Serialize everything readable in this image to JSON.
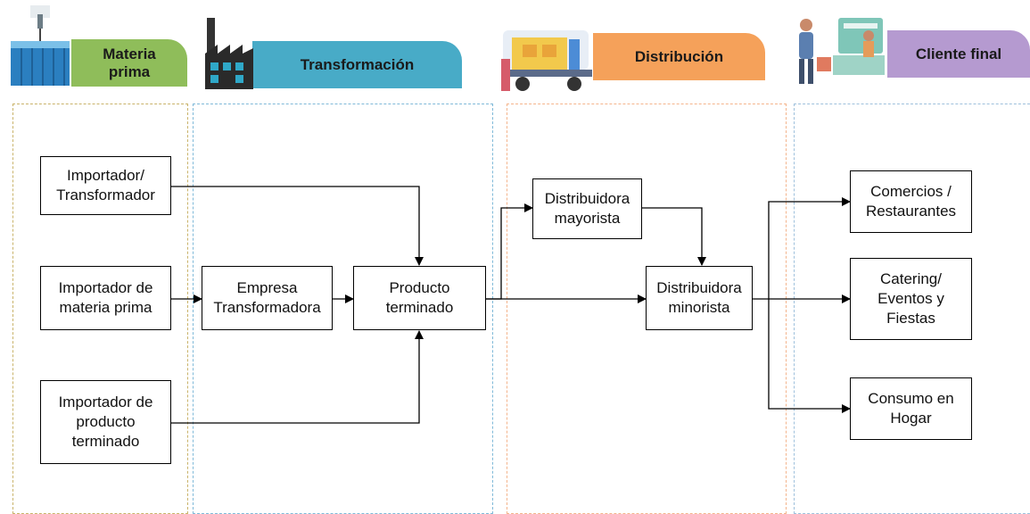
{
  "stages": [
    {
      "id": "materia",
      "label": "Materia\nprima",
      "color": "#8fbd5a",
      "icon": "shipping-container-crane-icon",
      "lane_color": "#c9b36a"
    },
    {
      "id": "transformacion",
      "label": "Transformación",
      "color": "#48abc7",
      "icon": "factory-icon",
      "lane_color": "#7fb9d8"
    },
    {
      "id": "distribucion",
      "label": "Distribución",
      "color": "#f5a15a",
      "icon": "delivery-truck-icon",
      "lane_color": "#f4b48c"
    },
    {
      "id": "cliente",
      "label": "Cliente final",
      "color": "#b59ad0",
      "icon": "shopping-customers-icon",
      "lane_color": "#9ec0dc"
    }
  ],
  "nodes": {
    "importador_transformador": "Importador/\nTransformador",
    "importador_materia": "Importador de\nmateria prima",
    "importador_producto": "Importador de\nproducto\nterminado",
    "empresa_transformadora": "Empresa\nTransformadora",
    "producto_terminado": "Producto\nterminado",
    "distribuidora_mayorista": "Distribuidora\nmayorista",
    "distribuidora_minorista": "Distribuidora\nminorista",
    "comercios": "Comercios /\nRestaurantes",
    "catering": "Catering/\nEventos y\nFiestas",
    "consumo": "Consumo en\nHogar"
  }
}
